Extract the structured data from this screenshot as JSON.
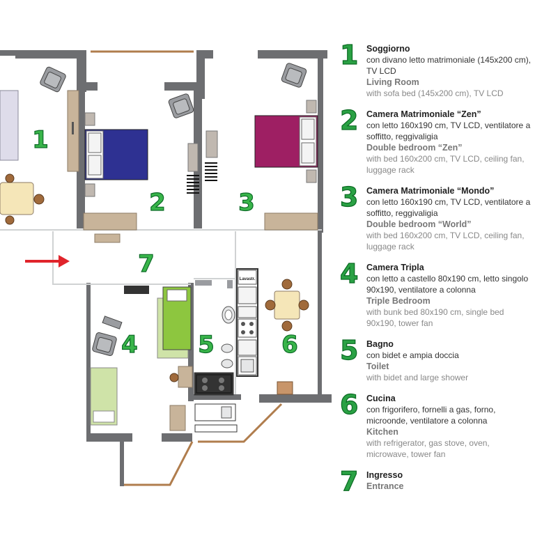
{
  "plan": {
    "room_numbers": [
      "1",
      "2",
      "3",
      "4",
      "5",
      "6",
      "7"
    ],
    "stove_label": "Lavastr."
  },
  "legend": [
    {
      "num": "1",
      "title_it": "Soggiorno",
      "desc_it": "con divano letto matrimoniale (145x200 cm), TV LCD",
      "title_en": "Living Room",
      "desc_en": "with sofa bed (145x200 cm), TV LCD"
    },
    {
      "num": "2",
      "title_it": "Camera Matrimoniale “Zen”",
      "desc_it": "con letto 160x190 cm, TV LCD, ventilatore a soffitto, reggivaligia",
      "title_en": "Double bedroom  “Zen”",
      "desc_en": "with bed 160x200 cm, TV LCD, ceiling fan, luggage rack"
    },
    {
      "num": "3",
      "title_it": "Camera Matrimoniale “Mondo”",
      "desc_it": "con letto 160x190 cm, TV LCD, ventilatore a soffitto, reggivaligia",
      "title_en": "Double bedroom  “World”",
      "desc_en": "with bed 160x200 cm, TV LCD, ceiling fan, luggage rack"
    },
    {
      "num": "4",
      "title_it": "Camera Tripla",
      "desc_it": "con letto a castello 80x190 cm, letto singolo 90x190, ventilatore a colonna",
      "title_en": "Triple Bedroom",
      "desc_en": "with bunk bed 80x190 cm, single bed 90x190, tower fan"
    },
    {
      "num": "5",
      "title_it": "Bagno",
      "desc_it": "con bidet e ampia doccia",
      "title_en": "Toilet",
      "desc_en": "with bidet and large shower"
    },
    {
      "num": "6",
      "title_it": "Cucina",
      "desc_it": "con frigorifero, fornelli a gas, forno, microonde, ventilatore a colonna",
      "title_en": "Kitchen",
      "desc_en": "with refrigerator, gas stove, oven, microwave, tower fan"
    },
    {
      "num": "7",
      "title_it": "Ingresso",
      "desc_it": "",
      "title_en": "Entrance",
      "desc_en": ""
    }
  ],
  "colors": {
    "wall": "#6d6e71",
    "number_fill": "#39b54a",
    "number_stroke": "#0c6b27",
    "bed_blue": "#2e3192",
    "bed_magenta": "#9e1f63",
    "bed_green": "#8dc63f",
    "furniture": "#c8b49a",
    "arrow": "#e0242b"
  }
}
